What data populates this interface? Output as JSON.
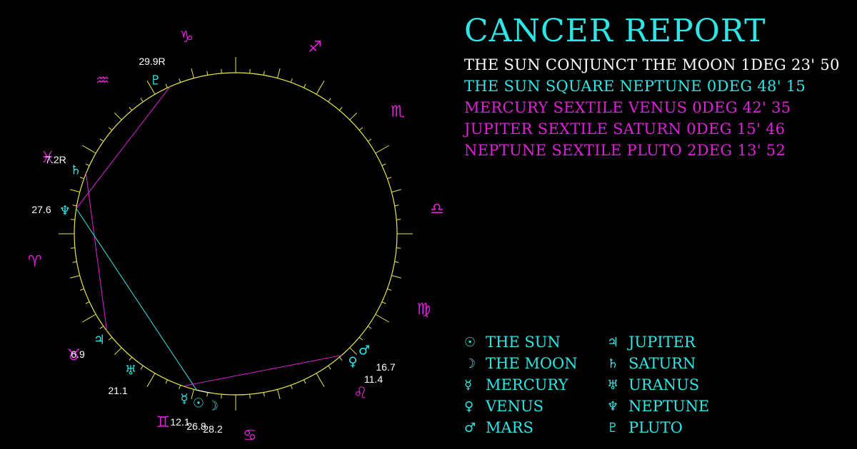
{
  "title": "CANCER REPORT",
  "colors": {
    "cyan": "#2fe6e6",
    "magenta": "#e020d8",
    "white": "#ffffff",
    "wheel": "#e8e84a"
  },
  "aspects": [
    {
      "text": "THE SUN CONJUNCT THE MOON 1DEG 23' 50",
      "color": "#ffffff"
    },
    {
      "text": "THE SUN SQUARE NEPTUNE 0DEG 48' 15",
      "color": "#2fe6e6"
    },
    {
      "text": "MERCURY SEXTILE VENUS 0DEG 42' 35",
      "color": "#e020d8"
    },
    {
      "text": "JUPITER SEXTILE SATURN 0DEG 15' 46",
      "color": "#e020d8"
    },
    {
      "text": "NEPTUNE SEXTILE PLUTO 2DEG 13' 52",
      "color": "#e020d8"
    }
  ],
  "legend": [
    {
      "glyph": "☉",
      "label": "THE SUN",
      "icon": "sun-icon"
    },
    {
      "glyph": "☽",
      "label": "THE MOON",
      "icon": "moon-icon"
    },
    {
      "glyph": "☿",
      "label": "MERCURY",
      "icon": "mercury-icon"
    },
    {
      "glyph": "♀",
      "label": "VENUS",
      "icon": "venus-icon"
    },
    {
      "glyph": "♂",
      "label": "MARS",
      "icon": "mars-icon"
    },
    {
      "glyph": "♃",
      "label": "JUPITER",
      "icon": "jupiter-icon"
    },
    {
      "glyph": "♄",
      "label": "SATURN",
      "icon": "saturn-icon"
    },
    {
      "glyph": "♅",
      "label": "URANUS",
      "icon": "uranus-icon"
    },
    {
      "glyph": "♆",
      "label": "NEPTUNE",
      "icon": "neptune-icon"
    },
    {
      "glyph": "♇",
      "label": "PLUTO",
      "icon": "pluto-icon"
    }
  ],
  "zodiac_signs": [
    {
      "name": "capricorn",
      "glyph": "♑"
    },
    {
      "name": "sagittarius",
      "glyph": "♐"
    },
    {
      "name": "scorpio",
      "glyph": "♏"
    },
    {
      "name": "libra",
      "glyph": "♎"
    },
    {
      "name": "virgo",
      "glyph": "♍"
    },
    {
      "name": "leo",
      "glyph": "♌"
    },
    {
      "name": "cancer",
      "glyph": "♋"
    },
    {
      "name": "gemini",
      "glyph": "♊"
    },
    {
      "name": "taurus",
      "glyph": "♉"
    },
    {
      "name": "aries",
      "glyph": "♈"
    },
    {
      "name": "pisces",
      "glyph": "♓"
    },
    {
      "name": "aquarius",
      "glyph": "♒"
    }
  ],
  "planets": [
    {
      "name": "pluto",
      "glyph": "♇",
      "label": "29.9R"
    },
    {
      "name": "saturn",
      "glyph": "♄",
      "label": "7.2R"
    },
    {
      "name": "neptune",
      "glyph": "♆",
      "label": "27.6"
    },
    {
      "name": "jupiter",
      "glyph": "♃",
      "label": "6.9"
    },
    {
      "name": "uranus",
      "glyph": "♅",
      "label": "21.1"
    },
    {
      "name": "mercury",
      "glyph": "☿",
      "label": "12.1"
    },
    {
      "name": "sun",
      "glyph": "☉",
      "label": "26.8"
    },
    {
      "name": "moon",
      "glyph": "☽",
      "label": "28.2"
    },
    {
      "name": "venus",
      "glyph": "♀",
      "label": "11.4"
    },
    {
      "name": "mars",
      "glyph": "♂",
      "label": "16.7"
    }
  ],
  "aspect_lines": [
    {
      "from": "neptune",
      "to": "pluto",
      "color": "#e020d8"
    },
    {
      "from": "saturn",
      "to": "jupiter",
      "color": "#e020d8"
    },
    {
      "from": "neptune",
      "to": "sun",
      "color": "#2fe6e6"
    },
    {
      "from": "mercury",
      "to": "venus",
      "color": "#e020d8"
    },
    {
      "from": "sun",
      "to": "moon",
      "color": "#ffffff"
    }
  ]
}
